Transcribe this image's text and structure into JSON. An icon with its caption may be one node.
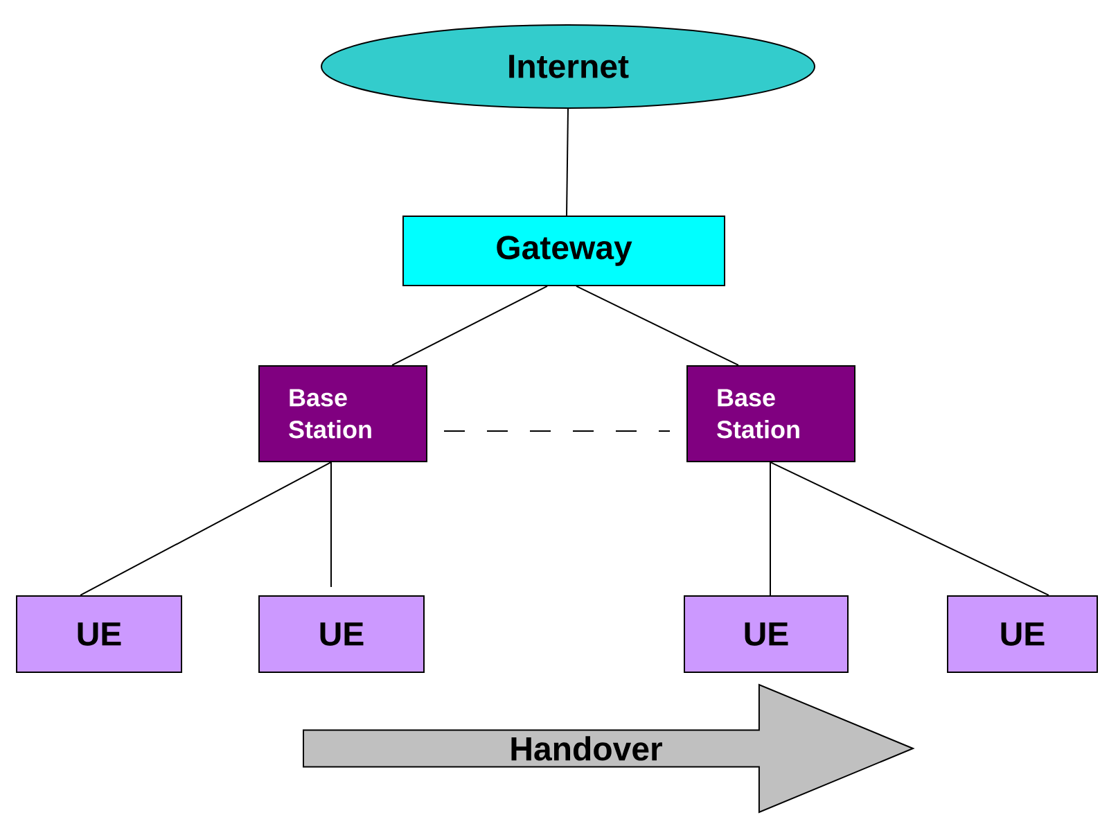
{
  "diagram": {
    "nodes": [
      {
        "text": [
          "Internet"
        ]
      },
      {
        "text": [
          "Gateway"
        ]
      },
      {
        "text": [
          "Base Station"
        ]
      },
      {
        "text": [
          "Base Station"
        ]
      },
      {
        "text": [
          "UE"
        ]
      },
      {
        "text": [
          "UE"
        ]
      },
      {
        "text": [
          "UE"
        ]
      },
      {
        "text": [
          "UE"
        ]
      },
      {
        "text": [
          "Handover"
        ]
      }
    ],
    "edges": [
      {
        "from": 0,
        "to": 1,
        "arrow": "none"
      },
      {
        "from": 1,
        "to": 2,
        "arrow": "none"
      },
      {
        "from": 1,
        "to": 3,
        "arrow": "none"
      },
      {
        "from": 2,
        "to": 3,
        "arrow": "none",
        "style": "dashed"
      },
      {
        "from": 2,
        "to": 4,
        "arrow": "none"
      },
      {
        "from": 2,
        "to": 5,
        "arrow": "none"
      },
      {
        "from": 3,
        "to": 6,
        "arrow": "none"
      },
      {
        "from": 3,
        "to": 7,
        "arrow": "none"
      }
    ]
  }
}
